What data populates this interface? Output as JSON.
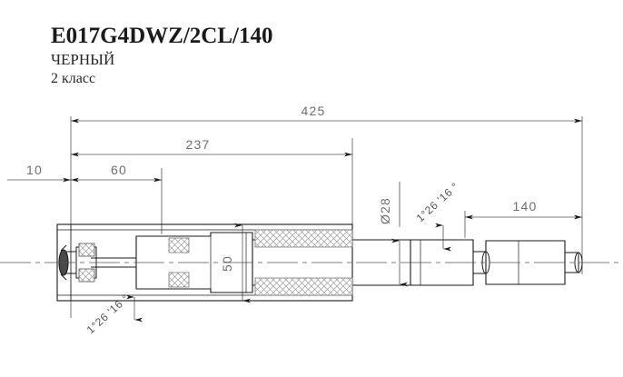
{
  "title_block": {
    "part_code": "E017G4DWZ/2CL/140",
    "color_name": "ЧЕРНЫЙ",
    "class_label": "2 класс"
  },
  "dimensions": {
    "overall_length": "425",
    "upper_section": "237",
    "left_offset": "10",
    "bush_length": "60",
    "stroke_length": "140",
    "body_diameter": "50",
    "rod_diameter": "Ø28"
  },
  "annotations": {
    "taper_angle_lower_left": "1°26 '16 °",
    "taper_angle_upper_right": "1°26 '16 °"
  },
  "colors": {
    "line": "#1a1a1a",
    "dimension_line": "#555555",
    "dimension_text": "#6e6e6e",
    "hatch": "#8c8c8c",
    "background": "#ffffff"
  },
  "icons": {
    "diameter_symbol": "diameter-symbol-icon",
    "degree_symbol": "degree-symbol-icon"
  }
}
